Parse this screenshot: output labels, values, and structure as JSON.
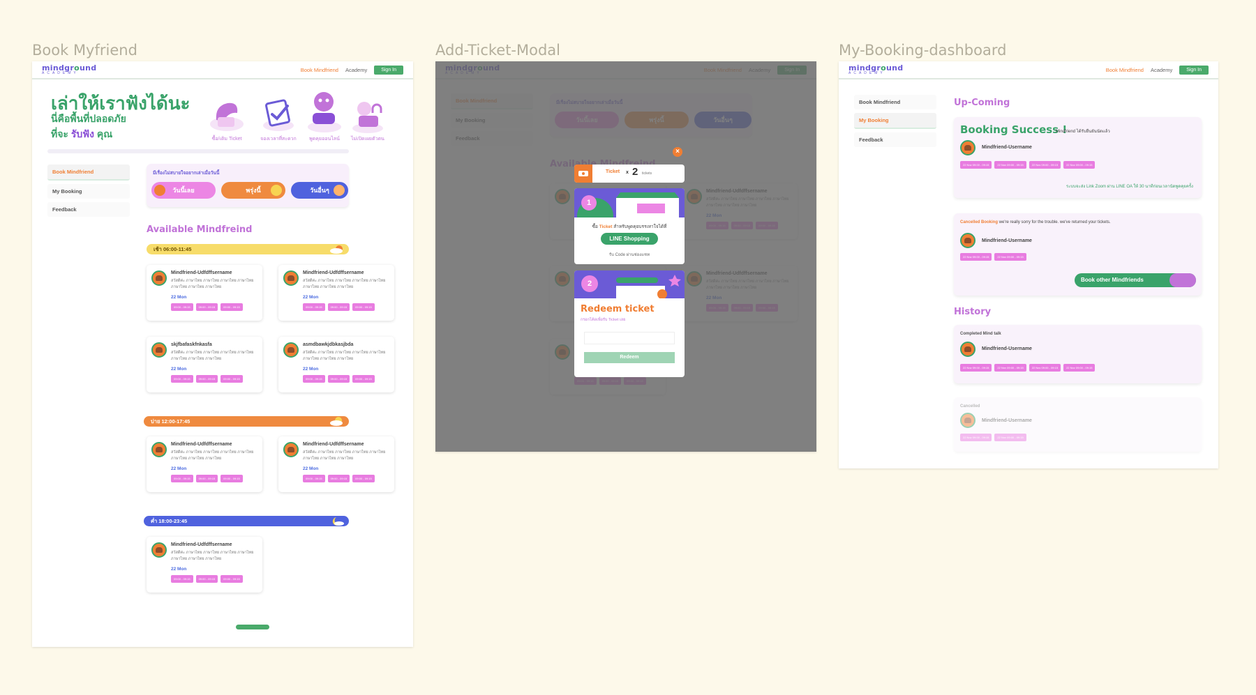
{
  "frames": {
    "book": "Book Myfriend",
    "modal": "Add-Ticket-Modal",
    "dashboard": "My-Booking-dashboard"
  },
  "brand": {
    "logo": "mindground",
    "logo_sub": "ACADEMY"
  },
  "nav": {
    "book": "Book Mindfriend",
    "academy": "Academy",
    "signin": "Sign In"
  },
  "sidebar": {
    "book": "Book Mindfriend",
    "booking": "My Booking",
    "feedback": "Feedback"
  },
  "hero": {
    "line1": "เล่าให้เราฟังได้นะ",
    "line2": "นี่คือพื้นที่ปลอดภัย",
    "line3a": "ที่จะ",
    "line3b": "รับฟัง",
    "line3c": " คุณ",
    "ill_ticket": "ซื้อ/เติม Ticket",
    "ill_label2": "จองเวลาที่สะดวก",
    "ill_label3": "พูดคุยออนไลน์",
    "ill_label4": "ไม่เปิดเผยตัวตน"
  },
  "question": {
    "title": "มีเรื่องไม่สบายใจอยากเล่าเมื่อวันนี้",
    "today": "วันนี้เลย",
    "tomorrow": "พรุ่งนี้",
    "other": "วันอื่นๆ"
  },
  "available_title": "Available Mindfreind",
  "bands": {
    "morning": "เช้า  06:00-11:45",
    "afternoon": "บ่าย  12:00-17:45",
    "evening": "ค่ำ    18:00-23:45"
  },
  "cards": [
    {
      "name": "Mindfriend-Udfdffsername",
      "date": "22 Mon"
    },
    {
      "name": "Mindfriend-Udfdffsername",
      "date": "22 Mon"
    },
    {
      "name": "skjfbafaskfnkasfa",
      "date": "22 Mon"
    },
    {
      "name": "asmdbawkjdbkasjbda",
      "date": "22 Mon"
    },
    {
      "name": "Mindfriend-Udfdffsername",
      "date": "22 Mon"
    },
    {
      "name": "Mindfriend-Udfdffsername",
      "date": "22 Mon"
    },
    {
      "name": "Mindfriend-Udfdffsername",
      "date": "22 Mon"
    }
  ],
  "card_desc": "สวัสดีค่ะ ภาษาไทย ภาษาไทย ภาษาไทย ภาษาไทย ภาษาไทย ภาษาไทย ภาษาไทย",
  "slot": "09:00 - 09:15",
  "modal": {
    "ticket_label": "Ticket",
    "ticket_x": "x",
    "ticket_count": "2",
    "tickets": "tickets",
    "step1": "1",
    "buy_a": "ซื้อ ",
    "buy_ticket": "Ticket",
    "buy_b": " สำหรับพูดคุยบรรเทาใจได้ที่",
    "line_shopping": "LINE Shopping",
    "receive_code": "รับ Code ผ่านช่องแชท",
    "step2": "2",
    "redeem_title": "Redeem ticket",
    "redeem_hint": "กรอกโค้ดเพื่อรับ Ticket เลย",
    "redeem_btn": "Redeem"
  },
  "dashboard": {
    "upcoming": "Up-Coming",
    "success": "Booking Success !",
    "success_note": "Mindfriend ได้รับยืนยันนัดแล้ว",
    "username": "Mindfriend-Username",
    "zoom_note": "ระบบจะส่ง Link  Zoom ผ่าน LINE OA ให้ 30 นาทีก่อนเวลานัดพูดคุยครั้ง",
    "cancel_label": "Cancelled Booking",
    "cancel_note": " we're really sorry for the trouble. we've returned your tickets.",
    "book_other": "Book other Mindfriends",
    "history": "History",
    "completed": "Completed Mind talk",
    "cancelled": "Cancelled",
    "slot": "22 Nov 09:00 - 09:15"
  }
}
